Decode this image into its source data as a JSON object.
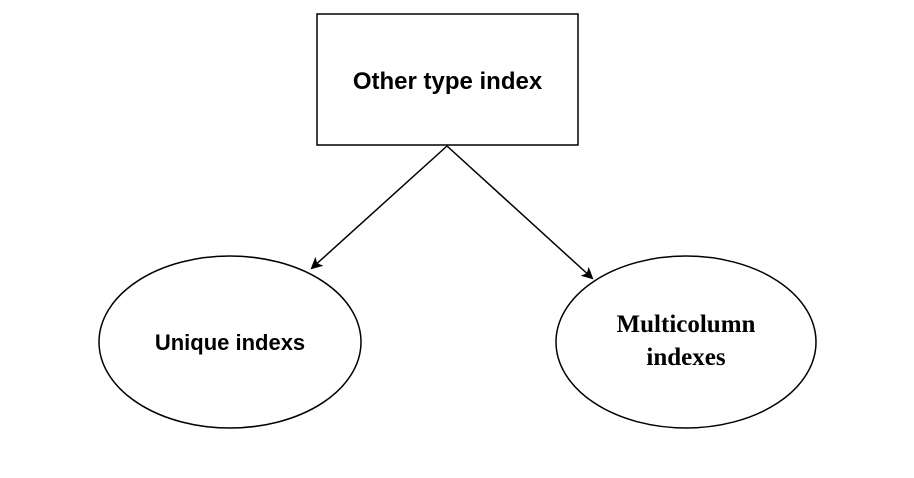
{
  "diagram": {
    "root": {
      "label": "Other type index"
    },
    "children": [
      {
        "label": "Unique indexs"
      },
      {
        "label_line1": "Multicolumn",
        "label_line2": "indexes"
      }
    ],
    "colors": {
      "stroke": "#000000",
      "fill": "#ffffff",
      "text": "#000000",
      "background": "#ffffff"
    }
  }
}
